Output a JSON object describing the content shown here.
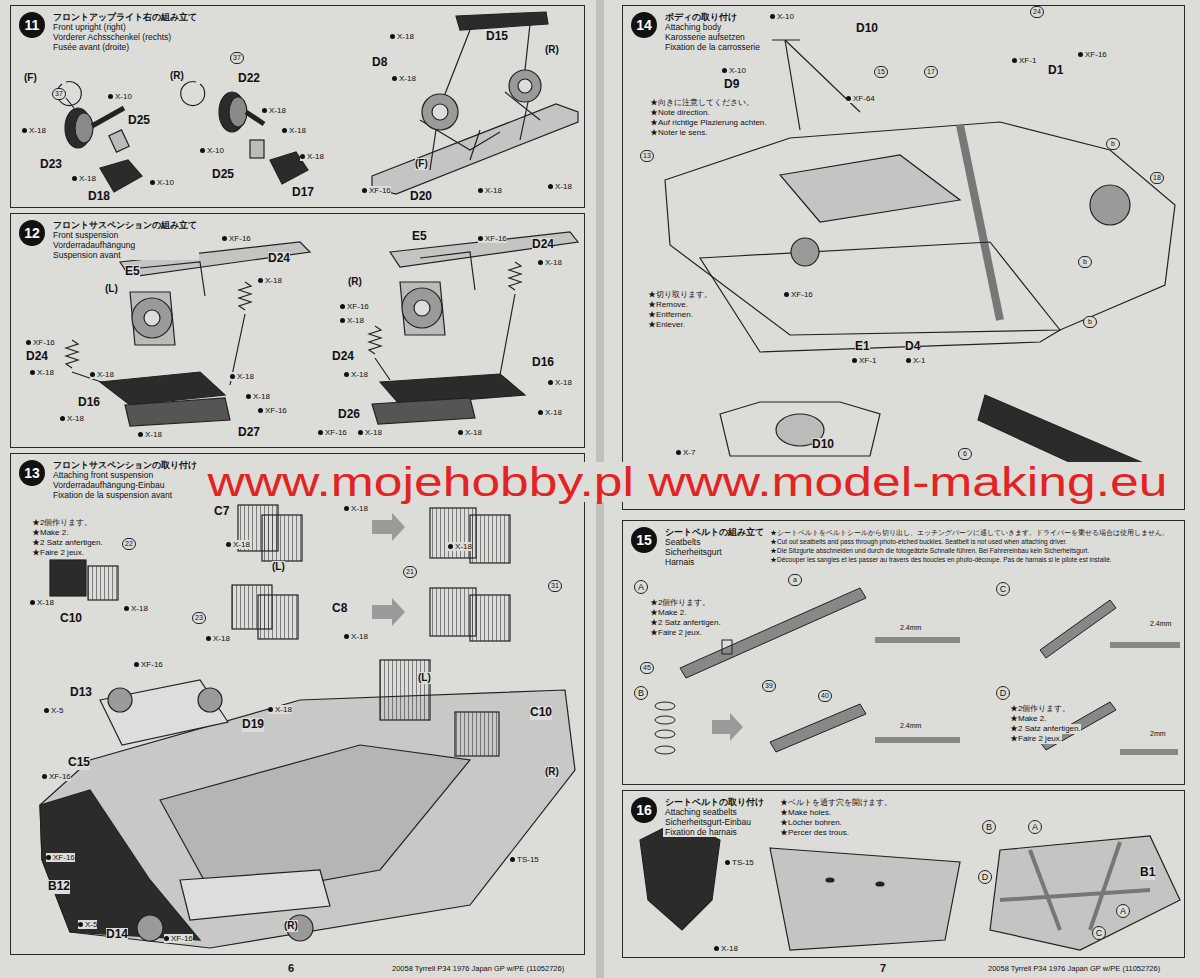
{
  "diagram": {
    "nodes": [
      {
        "text": [
          "フロントアップライト右の組み立て",
          "Front upright (right)",
          "Vorderer Achsschenkel (rechts)",
          "Fusée avant (droite)"
        ]
      },
      {
        "text": [
          "11"
        ],
        "in": 0
      },
      {
        "text": [
          "フロントサスペンションの組み立て",
          "Front suspension",
          "Vorderradaufhängung",
          "Suspension avant"
        ]
      },
      {
        "text": [
          "12"
        ],
        "in": 2
      },
      {
        "text": [
          "フロントサスペンションの取り付け",
          "Attaching front suspension",
          "Vorderradaufhängung-Einbau",
          "Fixation de la suspension avant"
        ]
      },
      {
        "text": [
          "13"
        ],
        "in": 4
      },
      {
        "text": [
          "ボディの取り付け",
          "Attaching body",
          "Karosserie aufsetzen",
          "Fixation de la carrosserie"
        ]
      },
      {
        "text": [
          "14"
        ],
        "in": 6
      },
      {
        "text": [
          "シートベルトの組み立て",
          "Seatbelts",
          "Sicherheitsgurt",
          "Harnais"
        ]
      },
      {
        "text": [
          "15"
        ],
        "in": 8
      },
      {
        "text": [
          "シートベルトの取り付け",
          "Attaching seatbelts",
          "Sicherheitsgurt-Einbau",
          "Fixation de harnais"
        ]
      },
      {
        "text": [
          "16"
        ],
        "in": 10
      }
    ],
    "labels": [
      "(F)",
      "37",
      "X-10",
      "X-18",
      "D25",
      "D23",
      "X-18",
      "D18",
      "X-10",
      "(R)",
      "37",
      "D22",
      "X-18",
      "X-10",
      "X-18",
      "D25",
      "X-18",
      "D17",
      "D15",
      "X-18",
      "D8",
      "(R)",
      "X-18",
      "(F)",
      "XF-16",
      "D20",
      "X-18",
      "X-18",
      "E5",
      "XF-16",
      "D24",
      "X-18",
      "(L)",
      "XF-16",
      "D24",
      "X-18",
      "X-18",
      "D16",
      "X-18",
      "X-18",
      "X-18",
      "XF-16",
      "D27",
      "X-18",
      "E5",
      "XF-16",
      "D24",
      "X-18",
      "(R)",
      "XF-16",
      "X-18",
      "D24",
      "X-18",
      "D16",
      "X-18",
      "X-18",
      "D26",
      "XF-16",
      "X-18",
      "X-18",
      "C7",
      "X-18",
      "X-18",
      "X-18",
      "★2個作ります。",
      "★Make 2.",
      "★2 Satz anfertigen.",
      "★Faire 2 jeux.",
      "22",
      "21",
      "(L)",
      "X-18",
      "X-18",
      "C10",
      "23",
      "C8",
      "31",
      "X-18",
      "X-18",
      "XF-16",
      "(L)",
      "D13",
      "X-5",
      "X-18",
      "D19",
      "C10",
      "C15",
      "XF-16",
      "(R)",
      "XF-16",
      "B12",
      "TS-15",
      "X-5",
      "D14",
      "XF-16",
      "(R)",
      "www.mojehobby.pl www.model-making.eu",
      "X-10",
      "D10",
      "24",
      "15",
      "17",
      "XF-1",
      "XF-16",
      "D1",
      "X-10",
      "D9",
      "★向きに注意してください。",
      "★Note direction.",
      "★Auf richtige Plazierung achten.",
      "★Noter le sens.",
      "XF-64",
      "13",
      "18",
      "b",
      "b",
      "b",
      "XF-16",
      "★切り取ります。",
      "★Remove.",
      "★Entfernen.",
      "★Enlever.",
      "E1",
      "XF-1",
      "D4",
      "X-1",
      "D10",
      "X-7",
      "6",
      "★シートベルトをベルトシールから切り出し、エッチングパーツに通していきます。ドライバーを乗せる場合は使用しません。",
      "★Cut out seatbelts and pass through photo-etched buckles. Seatbelt is not used when attaching driver.",
      "★Die Sitzgurte abschneiden und durch die fotogeätzte Schnalle führen. Bei Fahrereinbau kein Sicherheitsgurt.",
      "★Découper les sangles et les passer au travers des boucles en photo-découpe. Pas de harnais si le pilote est installé.",
      "A",
      "★2個作ります。",
      "★Make 2.",
      "★2 Satz anfertigen.",
      "★Faire 2 jeux.",
      "a",
      "45",
      "39",
      "2.4mm",
      "C",
      "2.4mm",
      "B",
      "40",
      "2.4mm",
      "D",
      "★2個作ります。",
      "★Make 2.",
      "★2 Satz anfertigen.",
      "★Faire 2 jeux.",
      "2mm",
      "★ベルトを通す穴を開けます。",
      "★Make holes.",
      "★Löcher bohren.",
      "★Percer des trous.",
      "TS-15",
      "X-18",
      "A",
      "B",
      "B1",
      "D",
      "A",
      "C",
      "6",
      "20058 Tyrrell P34 1976 Japan GP w/PE (11052726)",
      "7",
      "20058 Tyrrell P34 1976 Japan GP w/PE (11052726)"
    ]
  }
}
